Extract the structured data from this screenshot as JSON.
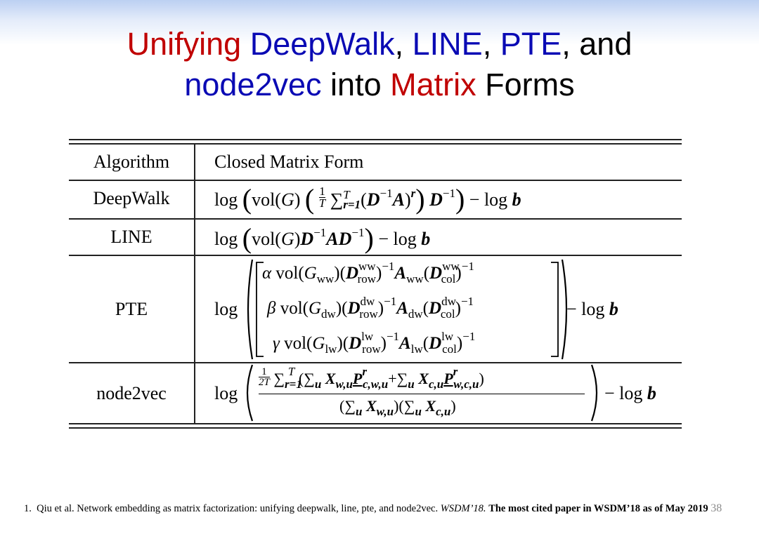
{
  "title": {
    "w1": "Unifying",
    "w2": "DeepWalk",
    "w3": ",",
    "w4": "LINE",
    "w5": ",",
    "w6": "PTE",
    "w7": ", and",
    "w8": "node2vec",
    "w9": "into",
    "w10": "Matrix",
    "w11": "Forms"
  },
  "table": {
    "header": {
      "col1": "Algorithm",
      "col2": "Closed Matrix Form"
    },
    "rows": [
      {
        "algorithm": "DeepWalk"
      },
      {
        "algorithm": "LINE"
      },
      {
        "algorithm": "PTE"
      },
      {
        "algorithm": "node2vec"
      }
    ]
  },
  "footnote": {
    "index": "1.",
    "text": "Qiu et al. Network embedding as matrix factorization: unifying deepwalk, line, pte, and node2vec.",
    "venue": "WSDM’18.",
    "highlight": "The most cited paper in WSDM’18 as of May 2019",
    "page": "38"
  }
}
